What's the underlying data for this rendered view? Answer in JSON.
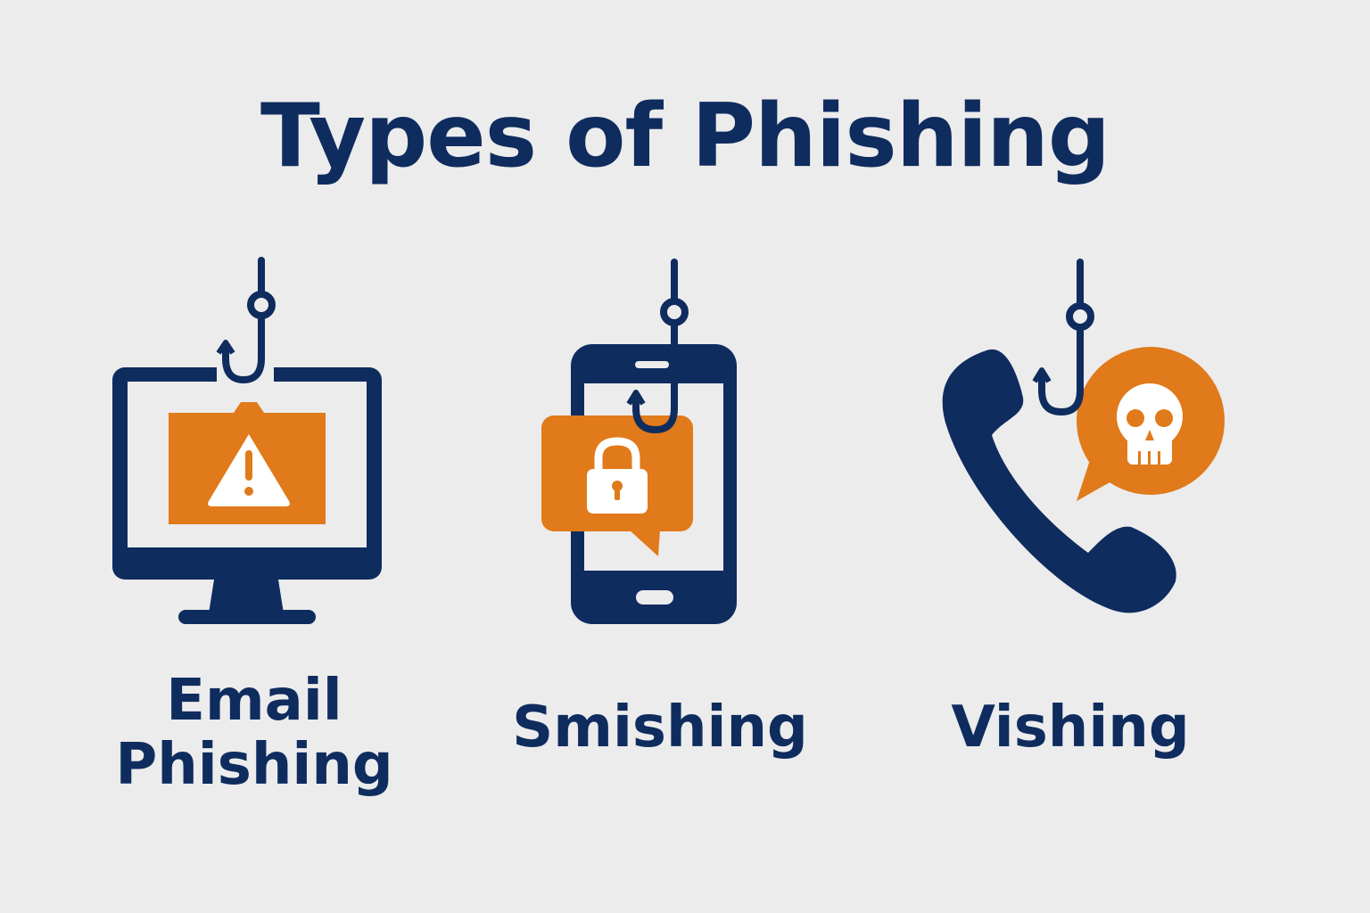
{
  "title": "Types of Phishing",
  "colors": {
    "navy": "#0f2c5f",
    "orange": "#e07a1a",
    "background": "#ececec"
  },
  "types": [
    {
      "label_lines": [
        "Email",
        "Phishing"
      ],
      "icons": [
        "hook-icon",
        "monitor-icon",
        "warning-icon"
      ]
    },
    {
      "label_lines": [
        "Smishing"
      ],
      "icons": [
        "hook-icon",
        "smartphone-icon",
        "lock-icon"
      ]
    },
    {
      "label_lines": [
        "Vishing"
      ],
      "icons": [
        "hook-icon",
        "phone-handset-icon",
        "skull-icon"
      ]
    }
  ]
}
